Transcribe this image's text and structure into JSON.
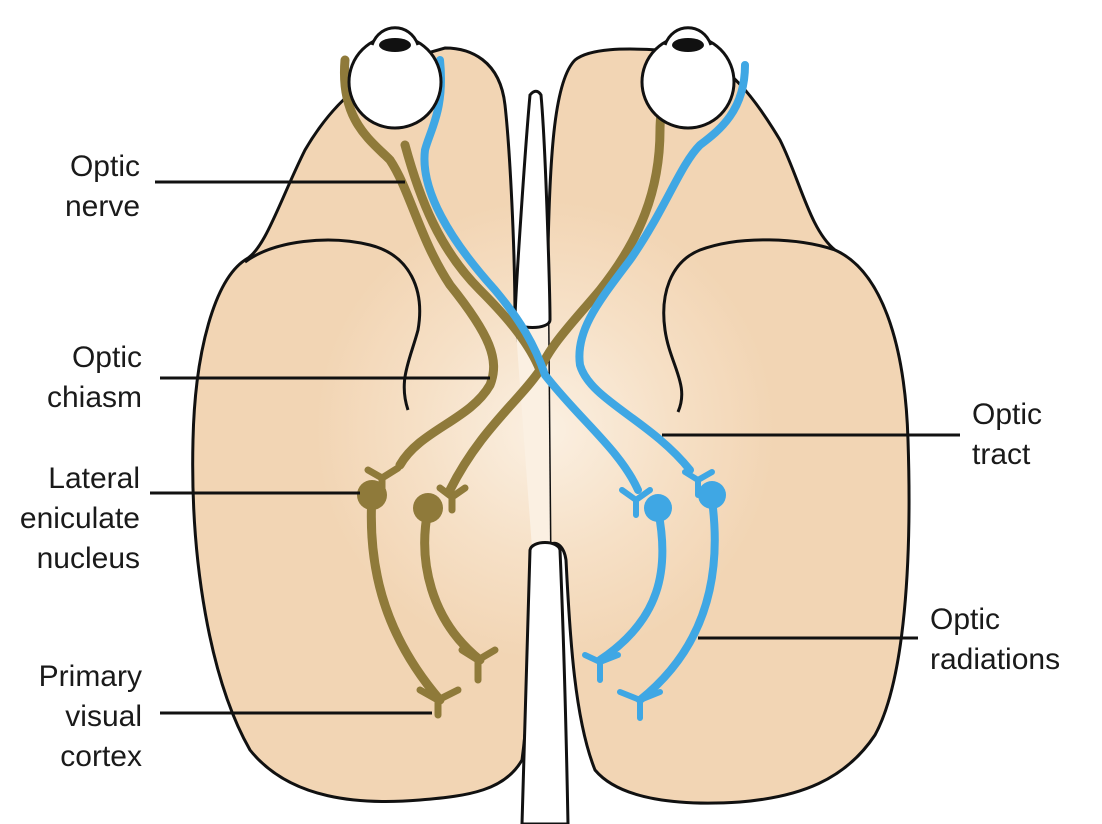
{
  "labels": {
    "optic_nerve": [
      "Optic",
      "nerve"
    ],
    "optic_chiasm": [
      "Optic",
      "chiasm"
    ],
    "lateral_geniculate_nucleus": [
      "Lateral",
      "eniculate",
      "nucleus"
    ],
    "primary_visual_cortex": [
      "Primary",
      "visual",
      "cortex"
    ],
    "optic_tract": [
      "Optic",
      "tract"
    ],
    "optic_radiations": [
      "Optic",
      "radiations"
    ]
  },
  "colors": {
    "brain_fill": "#f2d5b4",
    "brain_center": "#fbf0e2",
    "outline": "#111111",
    "left_eye_pathway": "#8f7a3a",
    "right_eye_pathway": "#3fa7e4",
    "eye_fill": "#ffffff"
  }
}
